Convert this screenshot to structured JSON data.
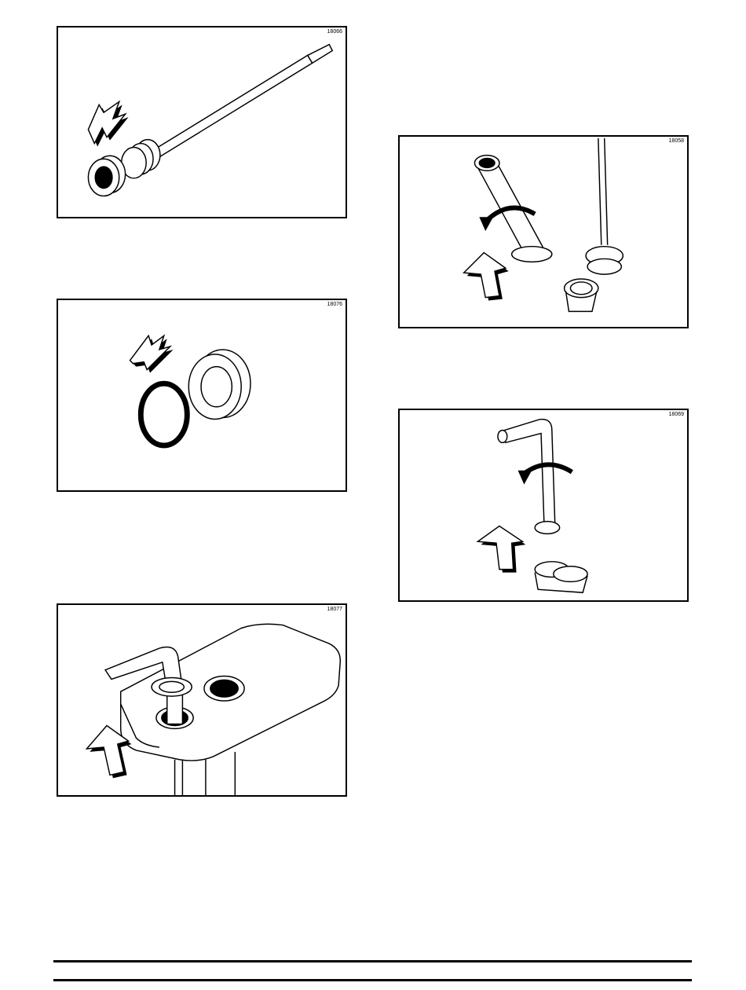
{
  "figures": [
    {
      "id": "18066",
      "arrow_icon": "arrow-down-left-icon"
    },
    {
      "id": "18076",
      "arrow_icon": "arrow-down-left-icon"
    },
    {
      "id": "18077",
      "arrow_icon": "arrow-up-icon"
    },
    {
      "id": "18058",
      "arrow_icon": "arrow-up-icon",
      "rotate_icon": "rotate-icon"
    },
    {
      "id": "18069",
      "arrow_icon": "arrow-up-icon",
      "rotate_icon": "rotate-icon"
    }
  ]
}
